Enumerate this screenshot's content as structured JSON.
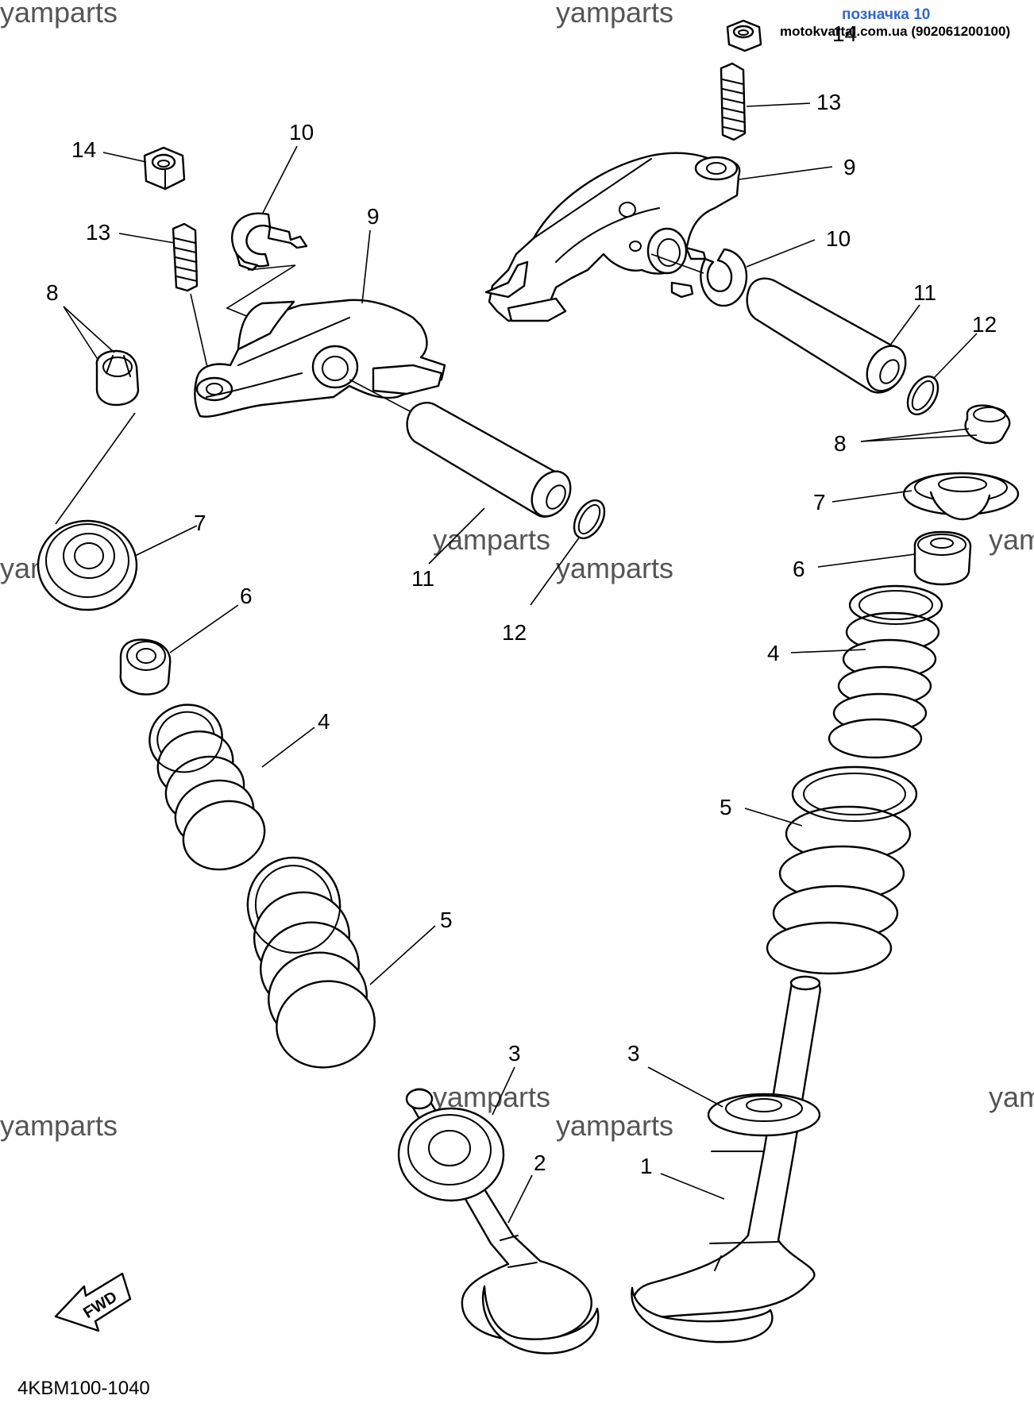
{
  "watermark": "yamparts",
  "note": {
    "label": "позначка 10",
    "site": "motokvartal.com.ua (902061200100)"
  },
  "diagram_code": "4KBM100-1040",
  "fwd_label": "FWD",
  "callouts": {
    "c14a": "14",
    "c13a": "13",
    "c9a": "9",
    "c10a": "10",
    "c11a": "11",
    "c12a": "12",
    "c8a": "8",
    "c7a": "7",
    "c6a": "6",
    "c4a": "4",
    "c5a": "5",
    "c14b": "14",
    "c10b": "10",
    "c13b": "13",
    "c9b": "9",
    "c8b": "8",
    "c7b": "7",
    "c6b": "6",
    "c11b": "11",
    "c12b": "12",
    "c4b": "4",
    "c5b": "5",
    "c3a": "3",
    "c3b": "3",
    "c2": "2",
    "c1": "1"
  }
}
